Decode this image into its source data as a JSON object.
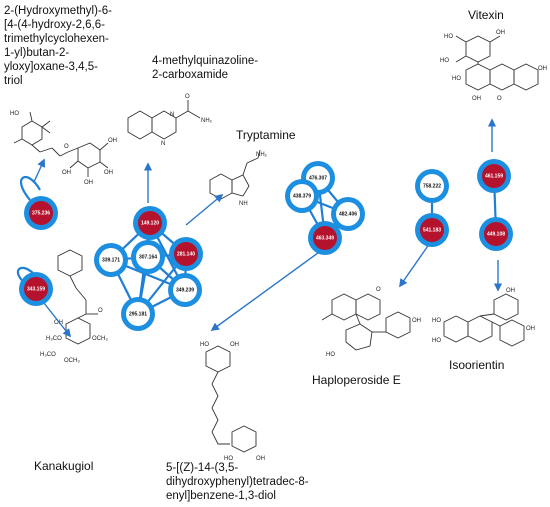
{
  "compounds": {
    "c1": "2-(Hydroxymethyl)-6-[4-(4-hydroxy-2,6,6-trimethylcyclohexen-1-yl)butan-2-yloxy]oxane-3,4,5-triol",
    "c1_lines": [
      "2-(Hydroxymethyl)-6-",
      "[4-(4-hydroxy-2,6,6-",
      "trimethylcyclohexen-",
      "1-yl)butan-2-",
      "yloxy]oxane-3,4,5-",
      "triol"
    ],
    "c2_lines": [
      "4-methylquinazoline-",
      "2-carboxamide"
    ],
    "c3": "Tryptamine",
    "c4": "Vitexin",
    "c5": "Kanakugiol",
    "c6_lines": [
      "5-[(Z)-14-(3,5-",
      "dihydroxyphenyl)tetradec-8-",
      "enyl]benzene-1,3-diol"
    ],
    "c7": "Haploperoside E",
    "c8": "Isoorientin"
  },
  "clusters": {
    "a": [
      "375.236"
    ],
    "b": [
      "343.159"
    ],
    "c": [
      "149.120",
      "339.171",
      "307.164",
      "281.140",
      "349.239",
      "295.181"
    ],
    "d": [
      "476.307",
      "438.379",
      "482.406",
      "463.349"
    ],
    "e": [
      "758.222",
      "541.183"
    ],
    "f": [
      "461.159",
      "449.108"
    ]
  },
  "atoms": {
    "nh2": "NH₂",
    "nh": "NH",
    "n": "N",
    "o": "O",
    "oh": "OH",
    "ho": "HO",
    "h3c": "H₃C",
    "och3": "OCH₃",
    "h3co": "H₃CO"
  },
  "colors": {
    "ring": "#1c8fe0",
    "core": "#b5122e",
    "edge": "#1f7fd6",
    "arrow": "#2b76c9"
  }
}
